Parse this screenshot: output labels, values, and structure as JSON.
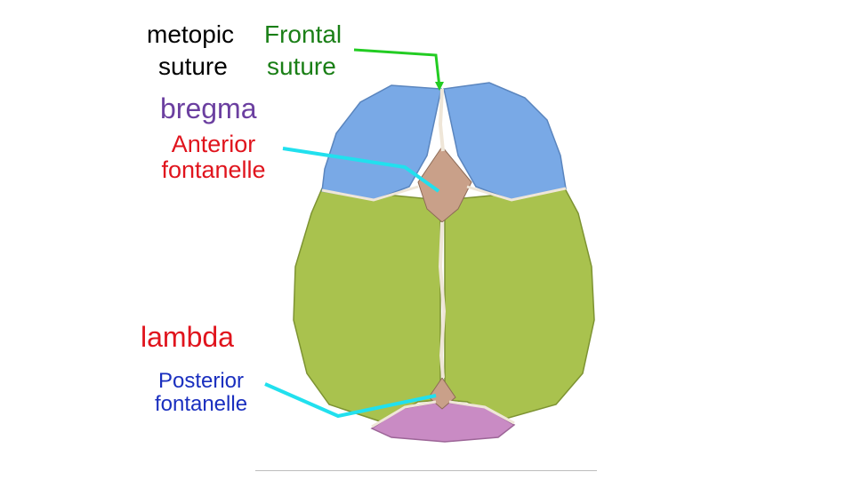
{
  "labels": {
    "metopic": "metopic",
    "frontal": "Frontal",
    "suture_left": "suture",
    "suture_right": "suture",
    "bregma": "bregma",
    "anterior_fontanelle": "Anterior fontanelle",
    "lambda": "lambda",
    "posterior_fontanelle": "Posterior fontanelle"
  },
  "colors": {
    "frontal_bone": "#79a9e6",
    "parietal_bone": "#a9c24e",
    "occipital_bone": "#c98bc4",
    "fontanelle": "#c9a089",
    "frontal_pointer": "#22cc22",
    "fontanelle_pointer": "#21e0ee"
  }
}
